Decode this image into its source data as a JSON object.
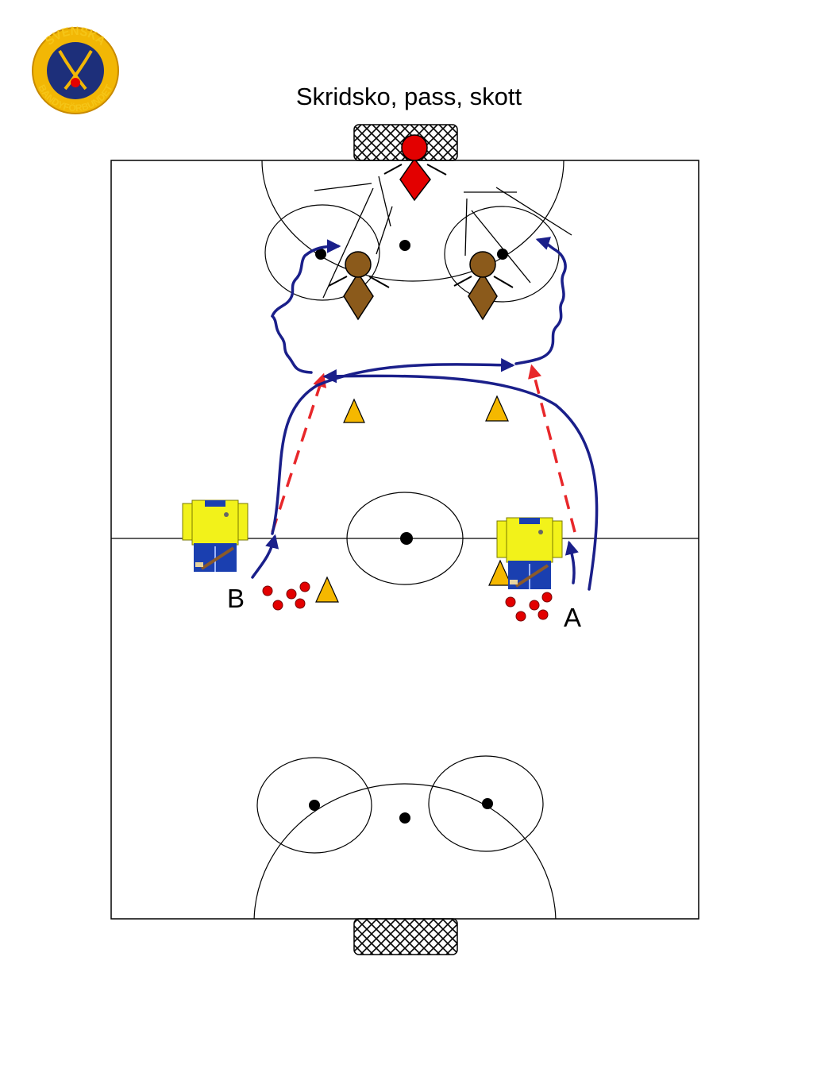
{
  "title": "Skridsko, pass, skott",
  "logo": {
    "text_top": "SVENSKA",
    "text_bottom": "BANDYFÖRBUNDET",
    "ring_color": "#f2b705",
    "inner_color": "#1d2f7a"
  },
  "labels": {
    "group_a": "A",
    "group_b": "B"
  },
  "colors": {
    "skate_path": "#1a1f8a",
    "pass_line": "#e8272a",
    "cone": "#f5b800",
    "ball": "#e30000",
    "goalkeeper": "#e30000",
    "defender": "#8b5a1b",
    "jersey": "#f2f21a",
    "shorts": "#1a3fb0"
  },
  "icons": {
    "goalkeeper": "goalkeeper-icon",
    "defender": "defender-icon",
    "player": "player-jersey-icon",
    "cone": "cone-icon",
    "ball": "ball-icon",
    "goal": "goal-net-icon"
  }
}
